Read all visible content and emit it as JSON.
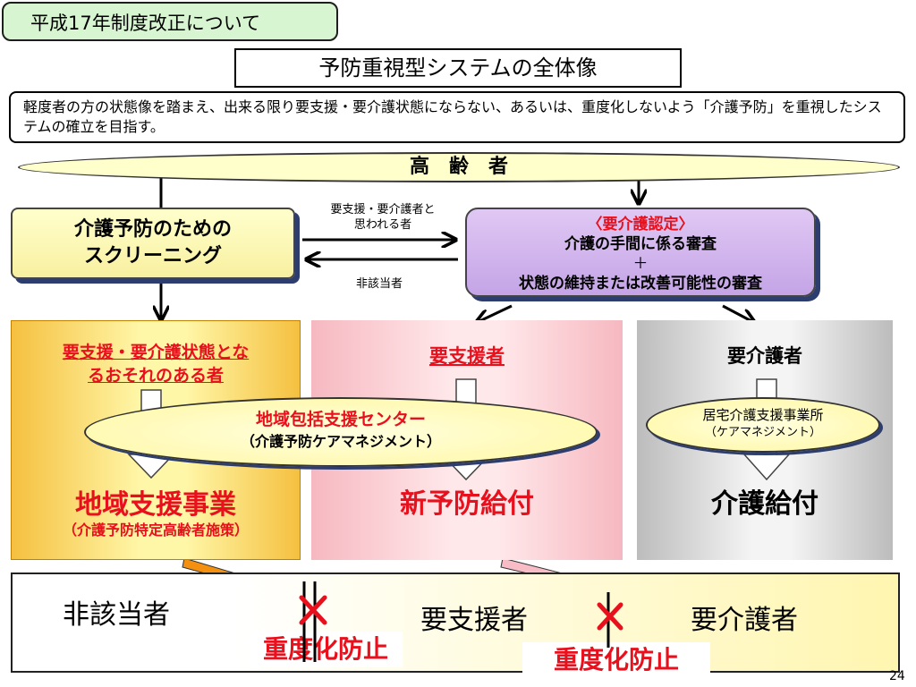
{
  "header": {
    "tag": "平成17年制度改正について",
    "title": "予防重視型システムの全体像",
    "intro": "軽度者の方の状態像を踏まえ、出来る限り要支援・要介護状態にならない、あるいは、重度化しないよう「介護予防」を重視したシステムの確立を目指す。"
  },
  "elderly": "高　齢　者",
  "screening": {
    "line1": "介護予防のための",
    "line2": "スクリーニング"
  },
  "certification": {
    "title": "〈要介護認定〉",
    "line1": "介護の手間に係る審査",
    "plus": "＋",
    "line2": "状態の維持または改善可能性の審査"
  },
  "flow": {
    "to_cert_line1": "要支援・要介護者と",
    "to_cert_line2": "思われる者",
    "not_applicable": "非該当者"
  },
  "columns": {
    "col1": {
      "title_line1": "要支援・要介護状態とな",
      "title_line2": "るおそれのある者",
      "service": "地域支援事業",
      "service_sub": "（介護予防特定高齢者施策）"
    },
    "col2": {
      "title": "要支援者",
      "service": "新予防給付"
    },
    "col3": {
      "title": "要介護者",
      "service": "介護給付"
    }
  },
  "center": {
    "line1": "地域包括支援センター",
    "line2": "（介護予防ケアマネジメント）"
  },
  "office": {
    "line1": "居宅介護支援事業所",
    "line2": "（ケアマネジメント）"
  },
  "bottom": {
    "stage1": "非該当者",
    "stage2": "要支援者",
    "stage3": "要介護者",
    "prevent": "重度化防止"
  },
  "page_number": "24",
  "colors": {
    "red": "#e8101c",
    "purple_box": "#c4a4e6",
    "yellow_box": "#ffffcc",
    "navy_shadow": "#2d3e6e"
  }
}
